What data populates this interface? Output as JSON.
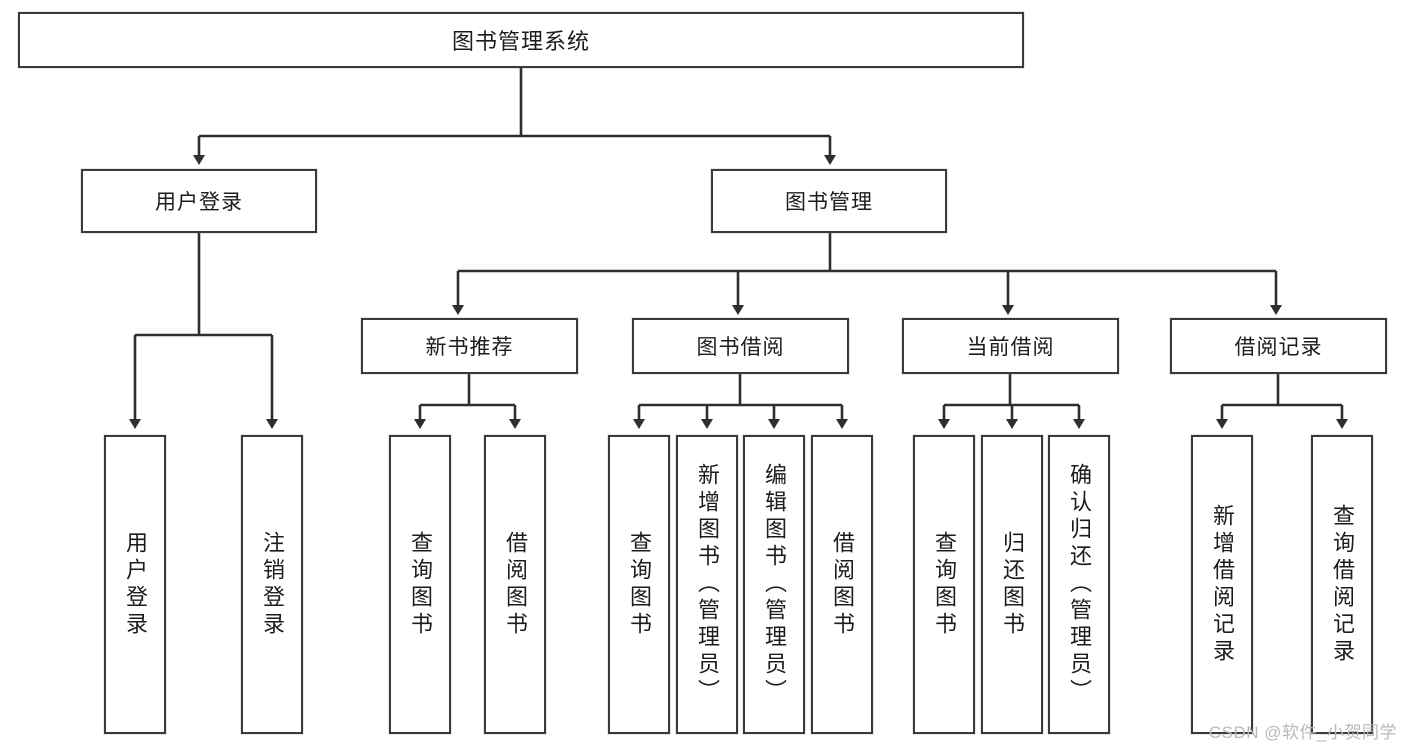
{
  "diagram": {
    "type": "tree",
    "title": "图书管理系统",
    "watermark": "CSDN @软件_小贺同学",
    "colors": {
      "border": "#3a3a3a",
      "background": "#ffffff",
      "text": "#1c1c1c",
      "watermark": "#b9b9b9"
    },
    "nodes": {
      "root": {
        "label": "图书管理系统"
      },
      "level2": [
        {
          "label": "用户登录"
        },
        {
          "label": "图书管理"
        }
      ],
      "level3": [
        {
          "label": "新书推荐"
        },
        {
          "label": "图书借阅"
        },
        {
          "label": "当前借阅"
        },
        {
          "label": "借阅记录"
        }
      ],
      "leaves": [
        {
          "label": "用户登录"
        },
        {
          "label": "注销登录"
        },
        {
          "label": "查询图书"
        },
        {
          "label": "借阅图书"
        },
        {
          "label": "查询图书"
        },
        {
          "label": "新增图书（管理员）"
        },
        {
          "label": "编辑图书（管理员）"
        },
        {
          "label": "借阅图书"
        },
        {
          "label": "查询图书"
        },
        {
          "label": "归还图书"
        },
        {
          "label": "确认归还（管理员）"
        },
        {
          "label": "新增借阅记录"
        },
        {
          "label": "查询借阅记录"
        }
      ]
    }
  }
}
